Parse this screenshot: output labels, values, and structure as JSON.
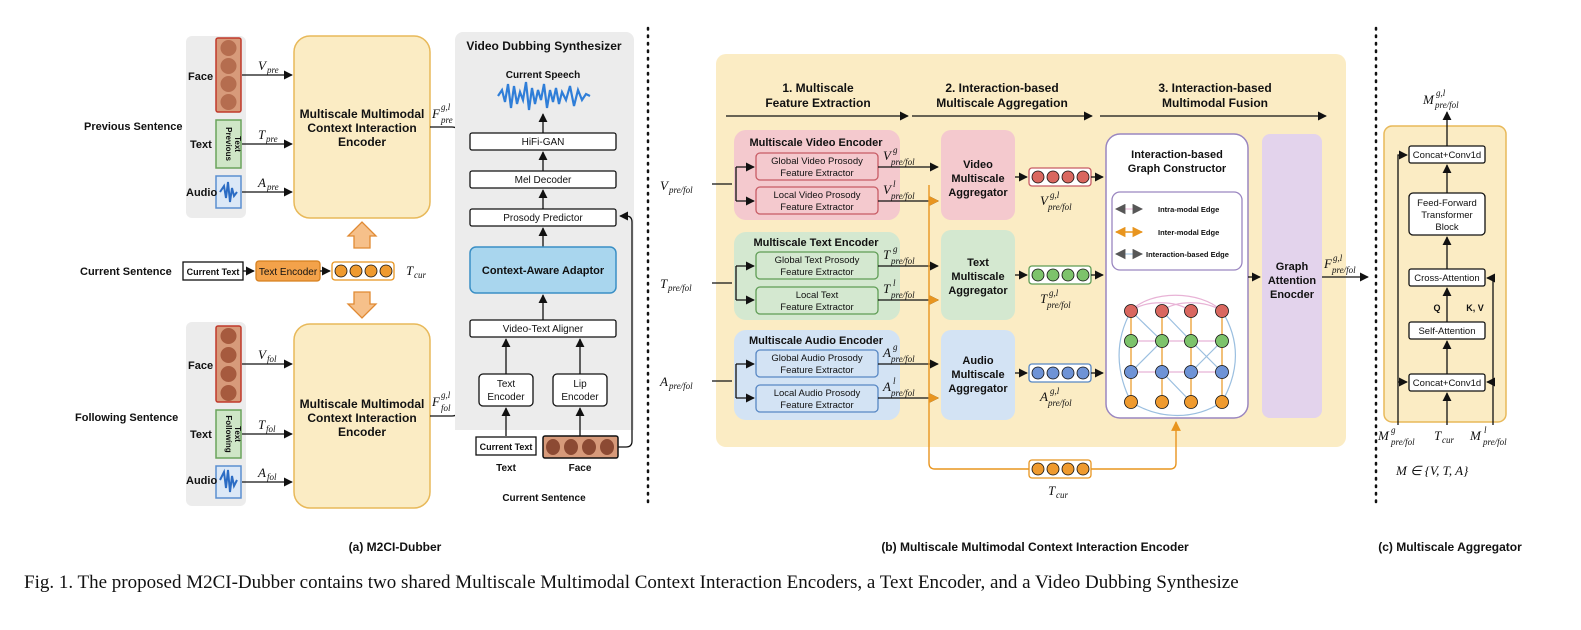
{
  "panel_a": {
    "previous_sentence": "Previous Sentence",
    "current_sentence": "Current Sentence",
    "following_sentence": "Following Sentence",
    "face": "Face",
    "text": "Text",
    "audio": "Audio",
    "previous_text_l1": "Previous",
    "previous_text_l2": "Text",
    "following_text_l1": "Following",
    "following_text_l2": "Text",
    "encoder_l1": "Multiscale Multimodal",
    "encoder_l2": "Context Interaction",
    "encoder_l3": "Encoder",
    "current_text_box": "Current Text",
    "text_encoder": "Text Encoder",
    "v_pre": "V",
    "v_pre_sub": "pre",
    "t_pre": "T",
    "t_pre_sub": "pre",
    "a_pre": "A",
    "a_pre_sub": "pre",
    "f_pre": "F",
    "f_pre_sup": "g,l",
    "f_pre_sub": "pre",
    "v_fol": "V",
    "v_fol_sub": "fol",
    "t_fol": "T",
    "t_fol_sub": "fol",
    "a_fol": "A",
    "a_fol_sub": "fol",
    "f_fol": "F",
    "f_fol_sup": "g,l",
    "f_fol_sub": "fol",
    "t_cur": "T",
    "t_cur_sub": "cur",
    "synth_title": "Video Dubbing Synthesizer",
    "current_speech": "Current Speech",
    "hifigan": "HiFi-GAN",
    "mel_decoder": "Mel Decoder",
    "prosody_predictor": "Prosody Predictor",
    "context_adaptor": "Context-Aware Adaptor",
    "video_text_aligner": "Video-Text Aligner",
    "text_encoder_l1": "Text",
    "text_encoder_l2": "Encoder",
    "lip_encoder_l1": "Lip",
    "lip_encoder_l2": "Encoder",
    "synth_current_text": "Current Text",
    "synth_text_label": "Text",
    "synth_face_label": "Face",
    "synth_current_sentence": "Current Sentence",
    "caption": "(a) M2CI-Dubber"
  },
  "panel_b": {
    "stage1_l1": "1. Multiscale",
    "stage1_l2": "Feature Extraction",
    "stage2_l1": "2. Interaction-based",
    "stage2_l2": "Multiscale Aggregation",
    "stage3_l1": "3. Interaction-based",
    "stage3_l2": "Multimodal Fusion",
    "video_encoder": "Multiscale Video Encoder",
    "global_video_l1": "Global Video Prosody",
    "global_video_l2": "Feature Extractor",
    "local_video_l1": "Local Video Prosody",
    "local_video_l2": "Feature Extractor",
    "text_encoder": "Multiscale Text Encoder",
    "global_text_l1": "Global Text Prosody",
    "global_text_l2": "Feature Extractor",
    "local_text_l1": "Local Text",
    "local_text_l2": "Feature Extractor",
    "audio_encoder": "Multiscale Audio Encoder",
    "global_audio_l1": "Global Audio Prosody",
    "global_audio_l2": "Feature Extractor",
    "local_audio_l1": "Local Audio Prosody",
    "local_audio_l2": "Feature Extractor",
    "video_agg_l1": "Video",
    "video_agg_l2": "Multiscale",
    "video_agg_l3": "Aggregator",
    "text_agg_l1": "Text",
    "text_agg_l2": "Multiscale",
    "text_agg_l3": "Aggregator",
    "audio_agg_l1": "Audio",
    "audio_agg_l2": "Multiscale",
    "audio_agg_l3": "Aggregator",
    "graph_l1": "Interaction-based",
    "graph_l2": "Graph Constructor",
    "intra_edge": "Intra-modal Edge",
    "inter_edge": "Inter-modal Edge",
    "interaction_edge": "Interaction-based Edge",
    "gat_l1": "Graph",
    "gat_l2": "Attention",
    "gat_l3": "Enocder",
    "v_in": "V",
    "t_in": "T",
    "a_in": "A",
    "in_sub": "pre/fol",
    "vg": "V",
    "vl": "V",
    "tg": "T",
    "tl": "T",
    "ag": "A",
    "al": "A",
    "sup_g": "g",
    "sup_l": "l",
    "sup_gl": "g,l",
    "sub_pf": "pre/fol",
    "v_out": "V",
    "t_out": "T",
    "a_out": "A",
    "f_out": "F",
    "t_cur": "T",
    "t_cur_sub": "cur",
    "caption": "(b) Multiscale Multimodal Context Interaction Encoder"
  },
  "panel_c": {
    "concat_top": "Concat+Conv1d",
    "ffn_l1": "Feed-Forward",
    "ffn_l2": "Transformer",
    "ffn_l3": "Block",
    "cross_attention": "Cross-Attention",
    "self_attention": "Self-Attention",
    "concat_bottom": "Concat+Conv1d",
    "q": "Q",
    "kv": "K, V",
    "m_out": "M",
    "m_out_sup": "g,l",
    "m_out_sub": "pre/fol",
    "m_g": "M",
    "m_g_sup": "g",
    "m_g_sub": "pre/fol",
    "t_cur": "T",
    "t_cur_sub": "cur",
    "m_l": "M",
    "m_l_sup": "l",
    "m_l_sub": "pre/fol",
    "m_set": "M ∈ {V, T, A}",
    "caption": "(c) Multiscale Aggregator"
  },
  "figure_caption": "Fig. 1.  The proposed M2CI-Dubber contains two shared Multiscale Multimodal Context Interaction Encoders, a Text Encoder, and a Video Dubbing Synthesize",
  "colors": {
    "yellow": "#fbecc4",
    "yellow_stroke": "#e8b95a",
    "gray_panel": "#ececec",
    "blue_adaptor": "#a9d6ee",
    "orange": "#f3a24a",
    "pink": "#f4c9ce",
    "green": "#d4e8d0",
    "lightblue": "#d3e3f4",
    "purple": "#e3d3ec",
    "node_red": "#d9675f",
    "node_green": "#7dc36b",
    "node_blue": "#6e93d6",
    "node_orange": "#ef9a2e"
  }
}
